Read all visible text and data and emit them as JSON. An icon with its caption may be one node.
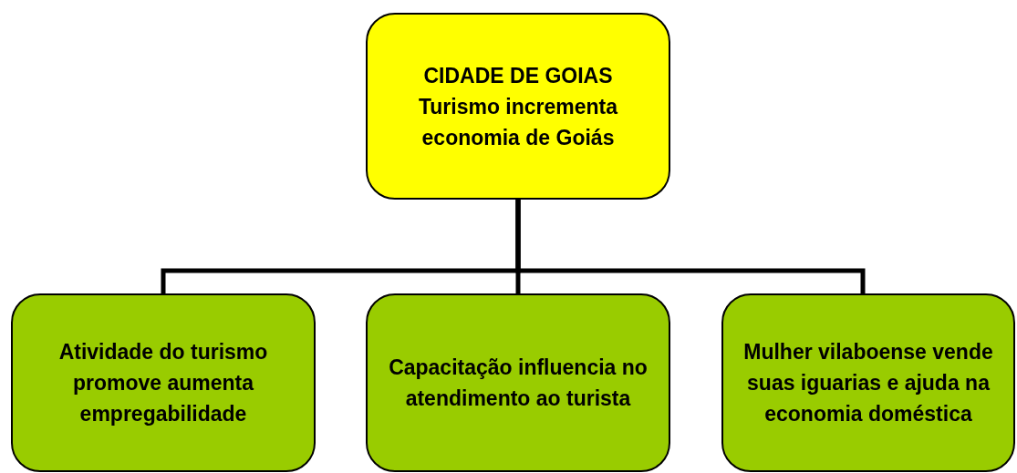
{
  "diagram": {
    "nodes": [
      {
        "text": [
          "CIDADE DE GOIAS",
          "Turismo incrementa economia de Goiás"
        ]
      },
      {
        "text": [
          "Atividade do turismo promove aumenta empregabilidade"
        ]
      },
      {
        "text": [
          "Capacitação influencia no atendimento ao turista"
        ]
      },
      {
        "text": [
          "Mulher vilaboense vende suas iguarias e ajuda na economia doméstica"
        ]
      }
    ],
    "edges": [
      {
        "from": 0,
        "to": 1,
        "arrow": "none"
      },
      {
        "from": 0,
        "to": 2,
        "arrow": "none"
      },
      {
        "from": 0,
        "to": 3,
        "arrow": "none"
      }
    ]
  }
}
